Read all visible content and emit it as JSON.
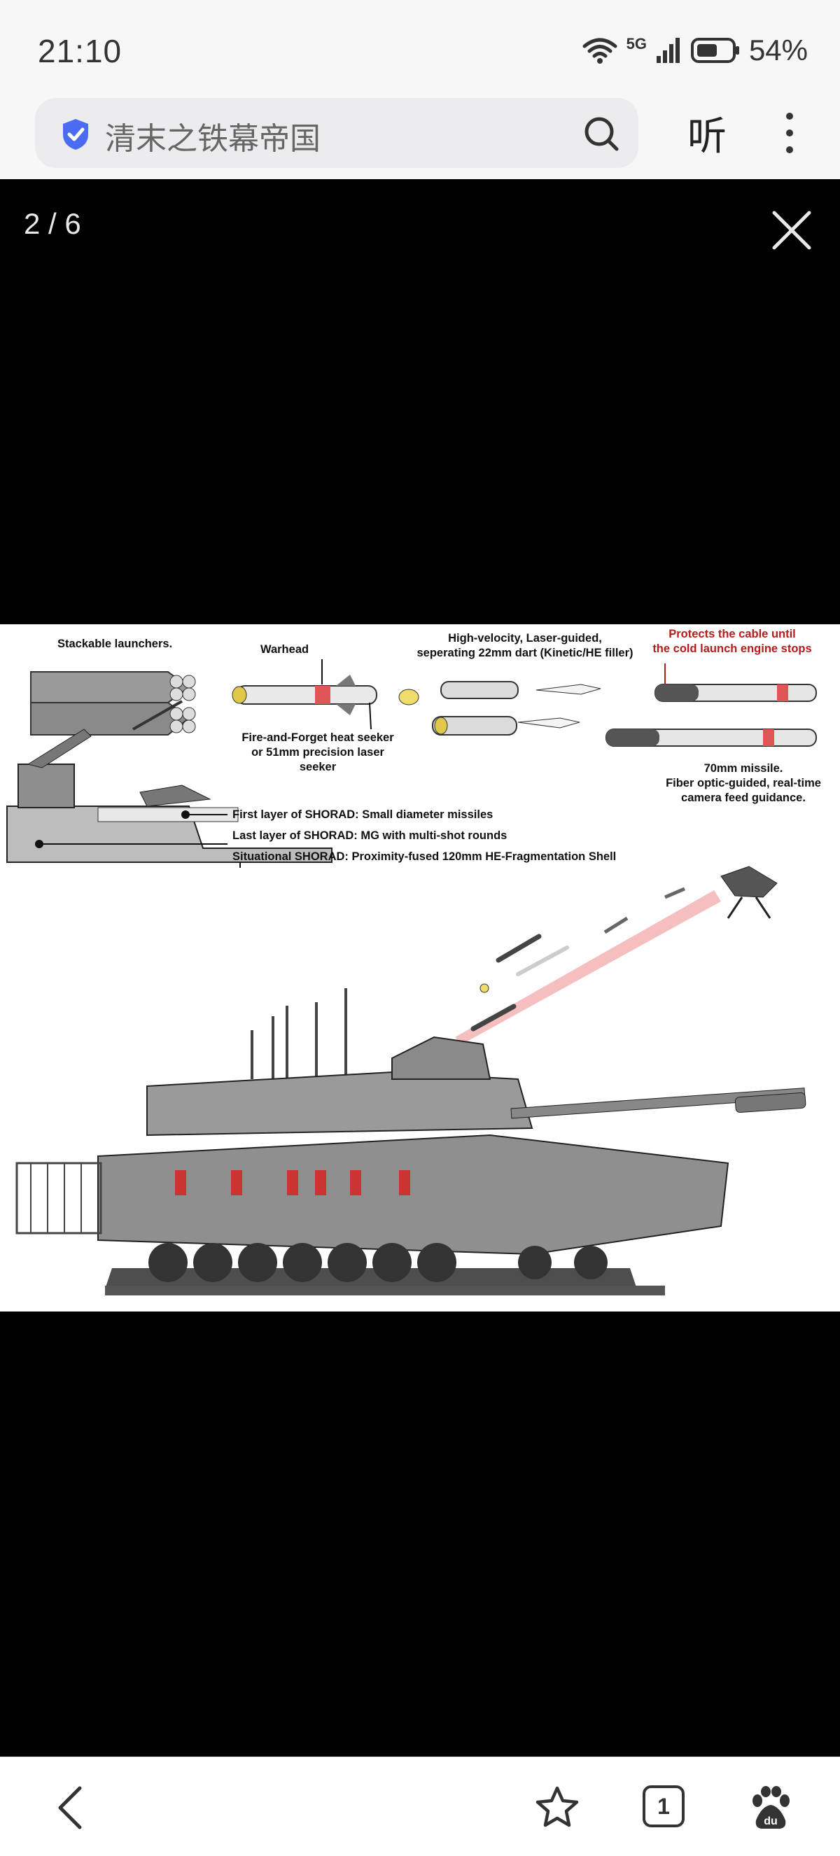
{
  "status_bar": {
    "time": "21:10",
    "network": "5G",
    "battery_percent": "54%"
  },
  "address_bar": {
    "search_query": "清末之铁幕帝国",
    "listen_label": "听",
    "icons": [
      "shield-check-icon",
      "search-icon",
      "more-vertical-icon"
    ]
  },
  "viewer": {
    "counter": "2 / 6",
    "close_icon": "close-icon",
    "image": {
      "captions": {
        "stackable": "Stackable launchers.",
        "warhead": "Warhead",
        "high_velocity": [
          "High-velocity, Laser-guided,",
          "seperating 22mm dart (Kinetic/HE filler)"
        ],
        "protects": [
          "Protects the cable until",
          "the cold launch engine stops"
        ],
        "fire_forget": [
          "Fire-and-Forget heat seeker",
          "or 51mm precision laser",
          "seeker"
        ],
        "missile_70mm": [
          "70mm missile.",
          "Fiber optic-guided, real-time",
          "camera feed guidance."
        ],
        "layer_first": "First layer of SHORAD: Small diameter missiles",
        "layer_last": "Last layer of SHORAD: MG with multi-shot rounds",
        "layer_situational": "Situational SHORAD: Proximity-fused 120mm HE-Fragmentation Shell"
      },
      "colors": {
        "accent_red": "#b51c1c",
        "tank_gray": "#8a8a8a",
        "laser_pink": "#f2a9a9"
      }
    }
  },
  "bottom_bar": {
    "tab_count": "1",
    "icons": [
      "back-arrow-icon",
      "star-icon",
      "tabs-icon",
      "baidu-paw-icon"
    ]
  }
}
